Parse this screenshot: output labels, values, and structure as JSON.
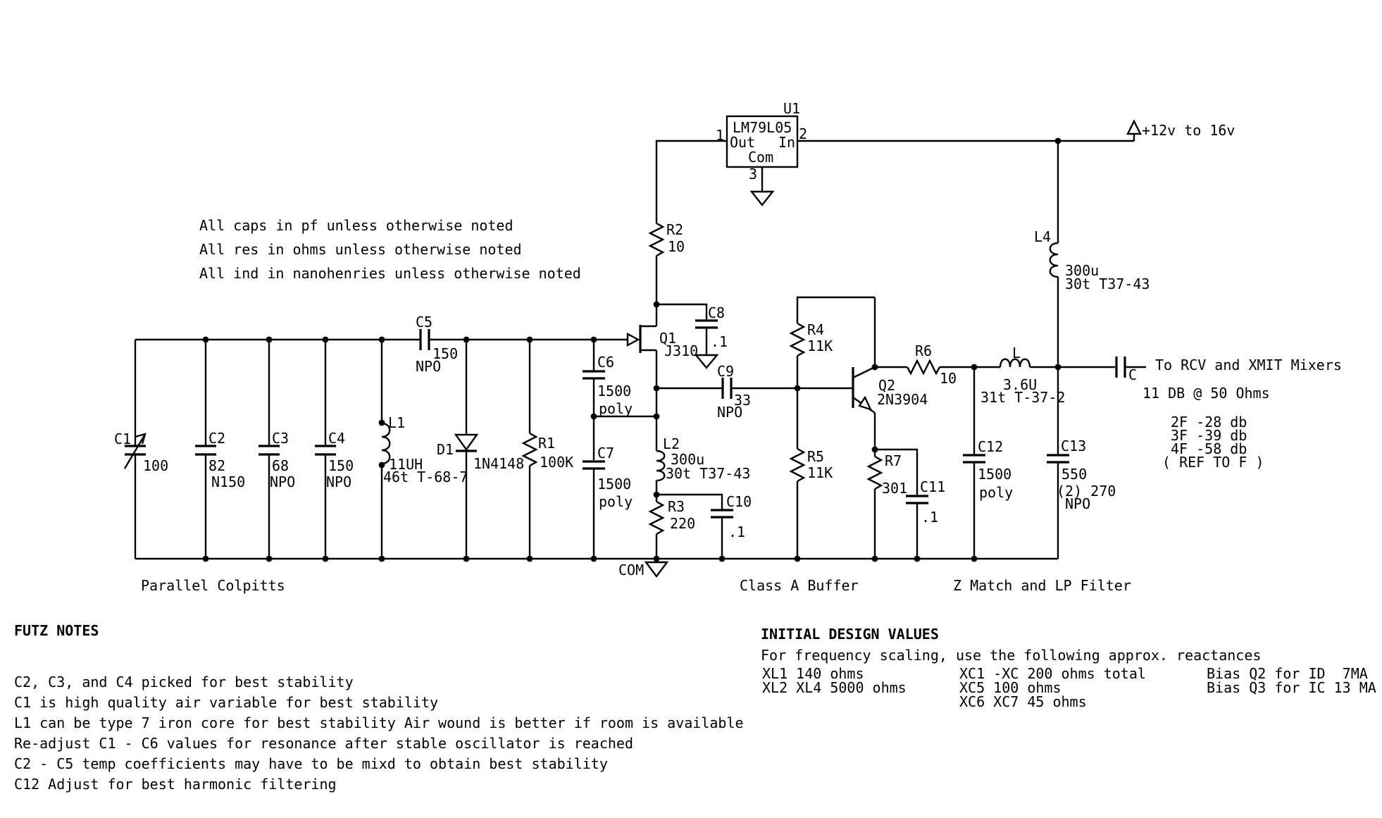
{
  "notes_top": {
    "lines": [
      "All caps in pf unless otherwise noted",
      "All res in ohms unless otherwise noted",
      "All ind in nanohenries unless otherwise noted"
    ]
  },
  "u1": {
    "ref": "U1",
    "part": "LM79L05",
    "pin_out_label": "Out",
    "pin_in_label": "In",
    "pin_com_label": "Com",
    "pin1": "1",
    "pin2": "2",
    "pin3": "3"
  },
  "power_rail": {
    "label": "+12v to 16v"
  },
  "components": {
    "c1": {
      "ref": "C1",
      "value": "100"
    },
    "c2": {
      "ref": "C2",
      "value": "82",
      "type": "N150"
    },
    "c3": {
      "ref": "C3",
      "value": "68",
      "type": "NPO"
    },
    "c4": {
      "ref": "C4",
      "value": "150",
      "type": "NPO"
    },
    "c5": {
      "ref": "C5",
      "value": "150",
      "type": "NPO"
    },
    "l1": {
      "ref": "L1",
      "value": "11UH",
      "winding": "46t T-68-7"
    },
    "d1": {
      "ref": "D1",
      "part": "1N4148"
    },
    "r1": {
      "ref": "R1",
      "value": "100K"
    },
    "r2": {
      "ref": "R2",
      "value": "10"
    },
    "c6": {
      "ref": "C6",
      "value": "1500",
      "type": "poly"
    },
    "c7": {
      "ref": "C7",
      "value": "1500",
      "type": "poly"
    },
    "q1": {
      "ref": "Q1",
      "part": "J310"
    },
    "c8": {
      "ref": "C8",
      "value": ".1"
    },
    "c9": {
      "ref": "C9",
      "value": "33",
      "type": "NPO"
    },
    "l2": {
      "ref": "L2",
      "value": "300u",
      "winding": "30t T37-43"
    },
    "r3": {
      "ref": "R3",
      "value": "220"
    },
    "c10": {
      "ref": "C10",
      "value": ".1"
    },
    "r4": {
      "ref": "R4",
      "value": "11K"
    },
    "r5": {
      "ref": "R5",
      "value": "11K"
    },
    "q2": {
      "ref": "Q2",
      "part": "2N3904"
    },
    "r6": {
      "ref": "R6",
      "value": "10"
    },
    "r7": {
      "ref": "R7",
      "value": "301"
    },
    "c11": {
      "ref": "C11",
      "value": ".1"
    },
    "c12": {
      "ref": "C12",
      "value": "1500",
      "type": "poly"
    },
    "c13": {
      "ref": "C13",
      "value": "550",
      "value2": "(2) 270",
      "type": "NPO"
    },
    "l5": {
      "ref": "L",
      "value": "3.6U",
      "winding": "31t T-37-2"
    },
    "l4": {
      "ref": "L4",
      "value": "300u",
      "winding": "30t T37-43"
    },
    "c_out": {
      "ref": "C"
    }
  },
  "sections": {
    "oscillator": "Parallel Colpitts",
    "ground_label": "COM",
    "buffer": "Class A Buffer",
    "filter": "Z Match and LP Filter"
  },
  "output": {
    "line1": "To RCV and XMIT Mixers",
    "line2": "11 DB @ 50 Ohms",
    "harmonics": [
      "2F -28 db",
      "3F -39 db",
      "4F -58 db"
    ],
    "ref_note": "( REF TO F )"
  },
  "futz_notes": {
    "title": "FUTZ NOTES",
    "lines": [
      "C2, C3, and C4 picked for best stability",
      "C1 is high quality air variable for best stability",
      "L1 can be type 7 iron core for best stability Air wound is better if room is available",
      "Re-adjust C1 - C6 values for resonance after stable oscillator is reached",
      "C2 - C5 temp coefficients may have to be mixd to obtain best stability",
      "C12 Adjust for best harmonic filtering"
    ]
  },
  "design_values": {
    "title": "INITIAL DESIGN VALUES",
    "subtitle": "For frequency scaling, use the following approx. reactances",
    "col1": [
      "XL1 140 ohms",
      "XL2 XL4 5000 ohms"
    ],
    "col2": [
      "XC1 -XC 200 ohms total",
      "XC5 100 ohms",
      "XC6 XC7 45 ohms"
    ],
    "col3": [
      "Bias Q2 for ID  7MA",
      "Bias Q3 for IC 13 MA"
    ]
  }
}
